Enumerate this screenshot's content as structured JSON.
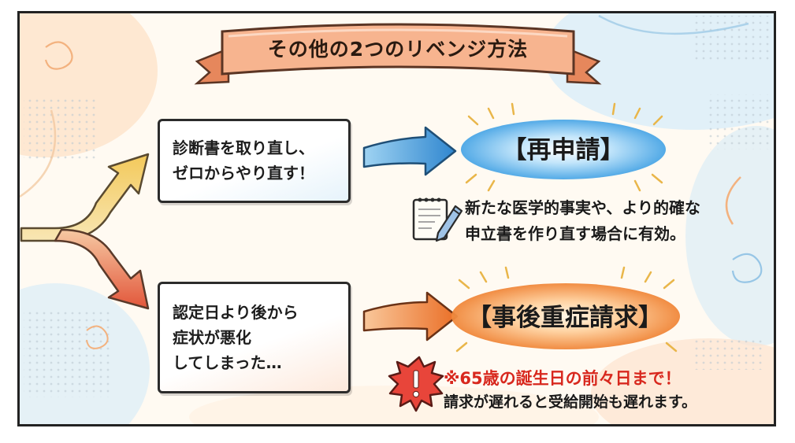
{
  "title": "その他の2つのリベンジ方法",
  "route_top": {
    "situation_lines": [
      "診断書を取り直し、",
      "ゼロからやり直す！"
    ],
    "method": "【再申請】",
    "description_lines": [
      "新たな医学的事実や、より的確な",
      "申立書を作り直す場合に有効。"
    ],
    "icon": "notepad-pencil-icon"
  },
  "route_bottom": {
    "situation_lines": [
      "認定日より後から",
      "症状が悪化",
      "してしまった…"
    ],
    "method": "【事後重症請求】",
    "warning_lines": [
      "※65歳の誕生日の前々日まで！",
      "請求が遅れると受給開始も遅れます。"
    ],
    "icon": "warning-exclamation-icon"
  },
  "colors": {
    "accent_blue": "#3a9fe0",
    "accent_orange": "#f08a3c",
    "warning_red": "#d8281e",
    "ribbon": "#f2a57e"
  }
}
